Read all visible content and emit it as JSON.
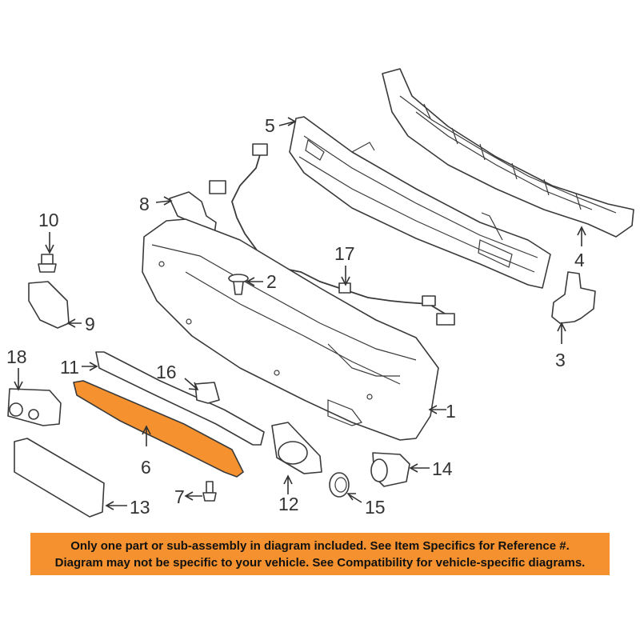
{
  "callouts": [
    "1",
    "2",
    "3",
    "4",
    "5",
    "6",
    "7",
    "8",
    "9",
    "10",
    "11",
    "12",
    "13",
    "14",
    "15",
    "16",
    "17",
    "18"
  ],
  "notice": {
    "line1": "Only one part or sub-assembly in diagram included. See Item Specifics for Reference #.",
    "line2": "Diagram may not be specific to your vehicle. See Compatibility for vehicle-specific diagrams."
  },
  "colors": {
    "highlight": "#f5922f",
    "line": "#3a3a3a"
  }
}
